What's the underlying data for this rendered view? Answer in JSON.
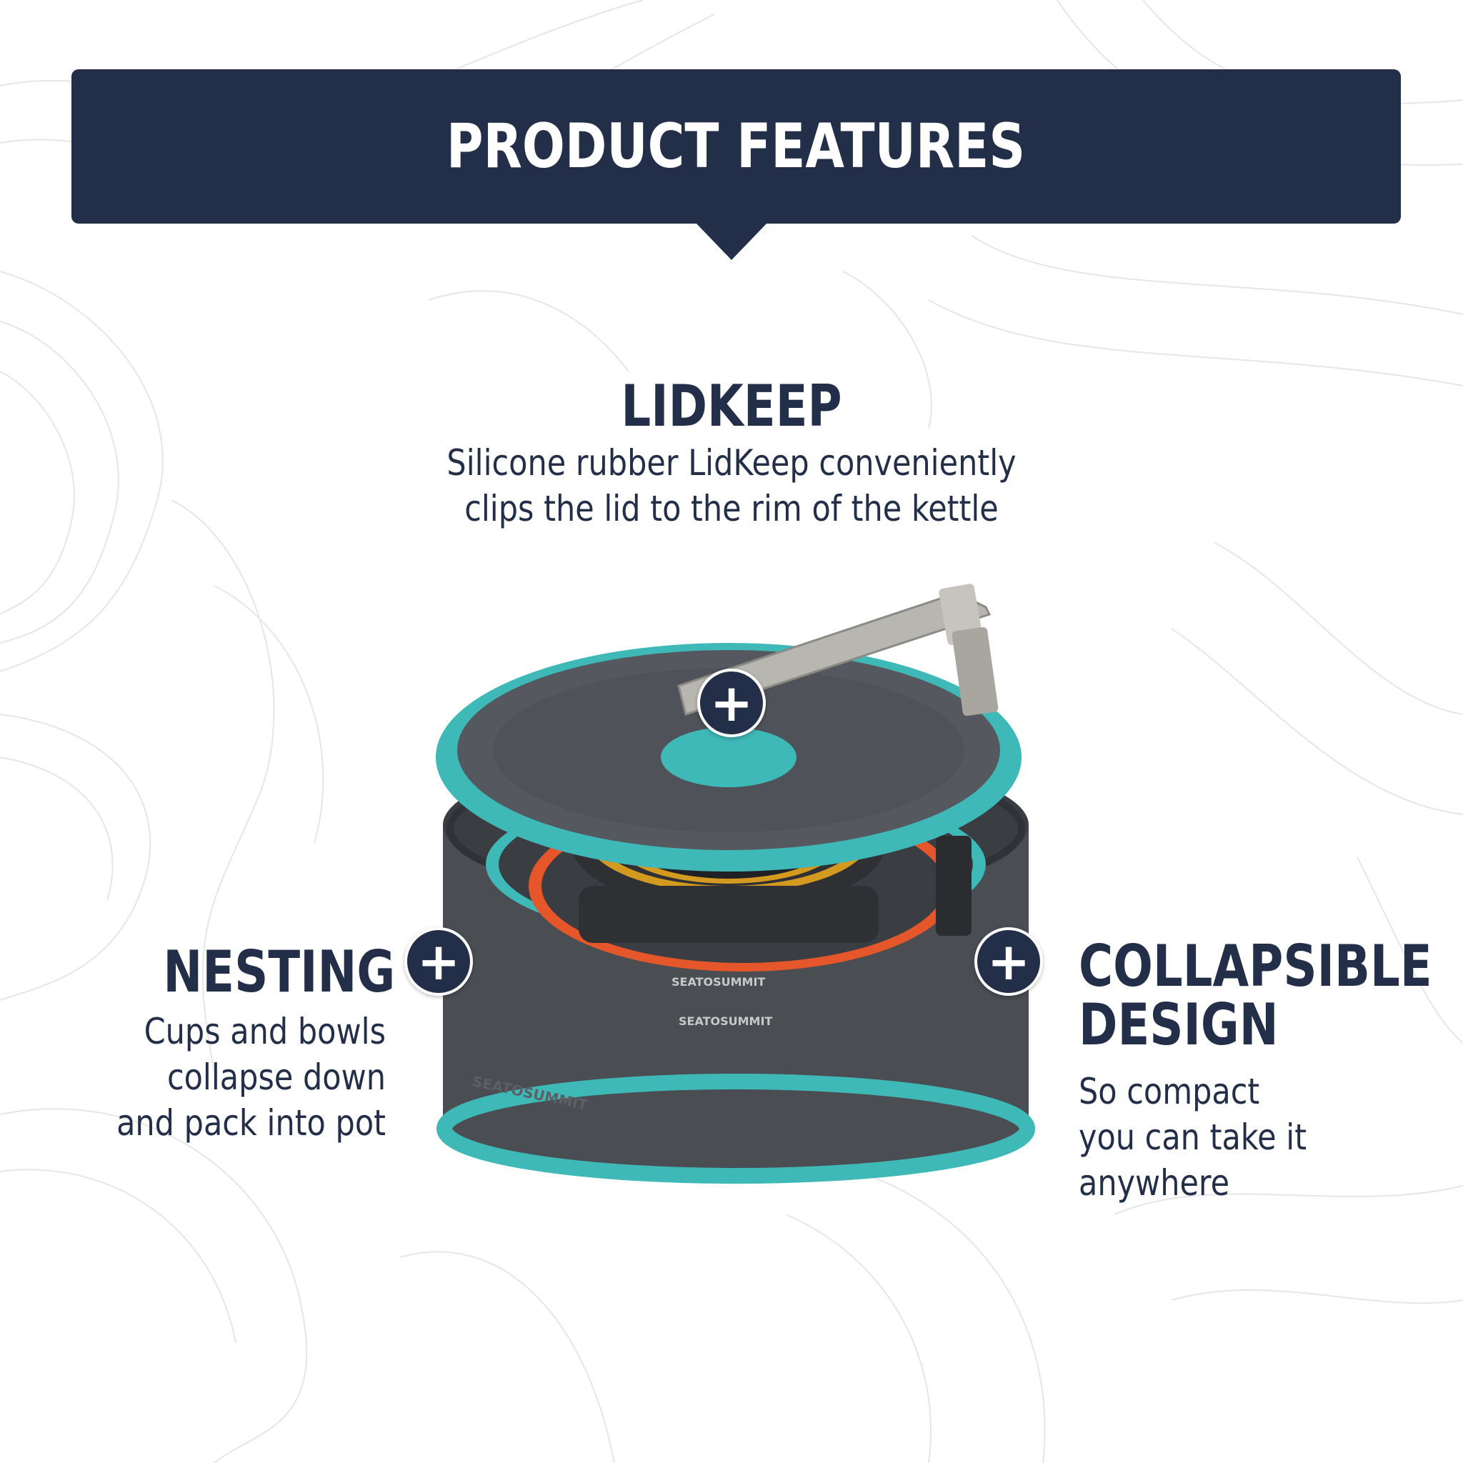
{
  "banner": {
    "title": "PRODUCT FEATURES"
  },
  "features": {
    "lidkeep": {
      "title": "LIDKEEP",
      "description": [
        "Silicone rubber LidKeep conveniently",
        "clips the lid to the rim of the kettle"
      ]
    },
    "nesting": {
      "title": "NESTING",
      "description": [
        "Cups and bowls",
        "collapse down",
        "and pack into pot"
      ]
    },
    "collapsible": {
      "title_lines": [
        "COLLAPSIBLE",
        "DESIGN"
      ],
      "description": [
        "So compact",
        "you can take it",
        "anywhere"
      ]
    }
  },
  "hotspot_icon": "plus-icon",
  "product_logo_text": "SEATOSUMMIT",
  "colors": {
    "navy": "#232f49",
    "teal": "#3fb8b8",
    "kettle_gray": "#4a4d52",
    "mustard": "#d49a1f",
    "orange": "#e5562a"
  }
}
